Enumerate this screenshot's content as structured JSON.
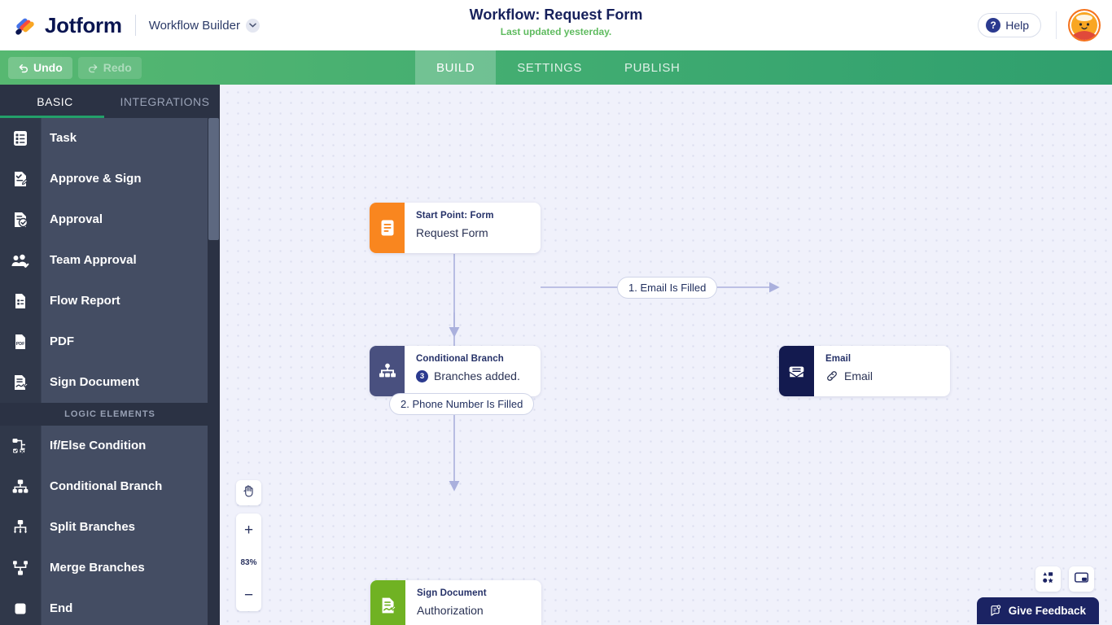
{
  "header": {
    "brand": "Jotform",
    "product_label": "Workflow Builder",
    "title": "Workflow: Request Form",
    "subtitle": "Last updated yesterday.",
    "help_label": "Help",
    "help_icon": "question-mark-icon",
    "caret_icon": "chevron-down-icon",
    "avatar_icon": "cat-avatar"
  },
  "actionbar": {
    "undo_label": "Undo",
    "redo_label": "Redo",
    "tabs": [
      {
        "label": "BUILD",
        "active": true
      },
      {
        "label": "SETTINGS",
        "active": false
      },
      {
        "label": "PUBLISH",
        "active": false
      }
    ]
  },
  "sidebar": {
    "tabs": [
      {
        "label": "BASIC",
        "active": true
      },
      {
        "label": "INTEGRATIONS",
        "active": false
      }
    ],
    "items": [
      {
        "label": "Task",
        "icon": "task-list-icon"
      },
      {
        "label": "Approve & Sign",
        "icon": "approve-sign-icon"
      },
      {
        "label": "Approval",
        "icon": "approval-check-icon"
      },
      {
        "label": "Team Approval",
        "icon": "team-approval-icon"
      },
      {
        "label": "Flow Report",
        "icon": "flow-report-icon"
      },
      {
        "label": "PDF",
        "icon": "pdf-icon"
      },
      {
        "label": "Sign Document",
        "icon": "sign-document-icon"
      }
    ],
    "section_label": "LOGIC ELEMENTS",
    "logic_items": [
      {
        "label": "If/Else Condition",
        "icon": "if-else-icon"
      },
      {
        "label": "Conditional Branch",
        "icon": "conditional-branch-icon"
      },
      {
        "label": "Split Branches",
        "icon": "split-branches-icon"
      },
      {
        "label": "Merge Branches",
        "icon": "merge-branches-icon"
      },
      {
        "label": "End",
        "icon": "end-square-icon"
      }
    ]
  },
  "canvas": {
    "nodes": [
      {
        "id": "start",
        "title": "Start Point: Form",
        "subtitle": "Request Form",
        "icon": "form-document-icon",
        "accent": "#f9861f"
      },
      {
        "id": "branch",
        "title": "Conditional Branch",
        "subtitle": "Branches added.",
        "badge": "3",
        "icon": "conditional-branch-icon",
        "accent": "#49507f"
      },
      {
        "id": "email",
        "title": "Email",
        "subtitle": "Email",
        "icon": "envelope-icon",
        "link_icon": "link-icon",
        "accent": "#131a4f"
      },
      {
        "id": "sign",
        "title": "Sign Document",
        "subtitle": "Authorization",
        "icon": "sign-document-icon",
        "accent": "#70b223"
      }
    ],
    "edge_labels": [
      {
        "text": "1. Email Is Filled"
      },
      {
        "text": "2. Phone Number Is Filled"
      }
    ],
    "zoom": {
      "hand_icon": "hand-pan-icon",
      "zoom_in": "+",
      "level": "83%",
      "zoom_out": "−"
    },
    "bottom_buttons": [
      {
        "icon": "shapes-panel-icon"
      },
      {
        "icon": "minimap-icon"
      }
    ],
    "feedback_label": "Give Feedback",
    "feedback_icon": "feedback-note-icon"
  },
  "colors": {
    "brand_navy": "#0a1551",
    "green": "#3fab71",
    "accent_orange": "#f9861f",
    "accent_green": "#70b223",
    "accent_navy": "#131a4f",
    "edge": "#aab0dd"
  }
}
